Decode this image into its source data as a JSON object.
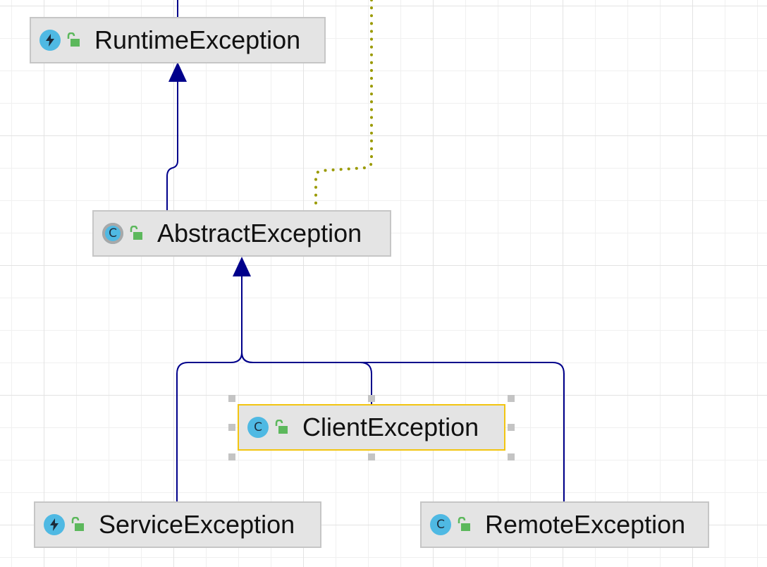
{
  "diagram": {
    "nodes": {
      "runtime": {
        "name": "RuntimeException",
        "kind_icon": "lightning-icon",
        "visibility_icon": "unlocked-padlock-icon"
      },
      "abstract": {
        "name": "AbstractException",
        "kind_icon": "abstract-class-icon",
        "kind_glyph": "C",
        "visibility_icon": "unlocked-padlock-icon"
      },
      "client": {
        "name": "ClientException",
        "kind_icon": "class-icon",
        "kind_glyph": "C",
        "visibility_icon": "unlocked-padlock-icon",
        "selected": true
      },
      "service": {
        "name": "ServiceException",
        "kind_icon": "lightning-icon",
        "visibility_icon": "unlocked-padlock-icon"
      },
      "remote": {
        "name": "RemoteException",
        "kind_icon": "class-icon",
        "kind_glyph": "C",
        "visibility_icon": "unlocked-padlock-icon"
      }
    },
    "edges": [
      {
        "from": "AbstractException",
        "to": "RuntimeException",
        "type": "extends"
      },
      {
        "from": "ServiceException",
        "to": "AbstractException",
        "type": "extends"
      },
      {
        "from": "ClientException",
        "to": "AbstractException",
        "type": "extends"
      },
      {
        "from": "RemoteException",
        "to": "AbstractException",
        "type": "extends"
      },
      {
        "from": "AbstractException",
        "to": "",
        "type": "implements"
      }
    ],
    "colors": {
      "inheritance_edge": "#00008b",
      "implements_edge": "#9a9a00",
      "node_background": "#e4e4e4",
      "node_border": "#c6c6c6",
      "selected_border": "#f2c511",
      "icon_blue": "#4fb9e3",
      "lock_green": "#5cb85c"
    }
  }
}
